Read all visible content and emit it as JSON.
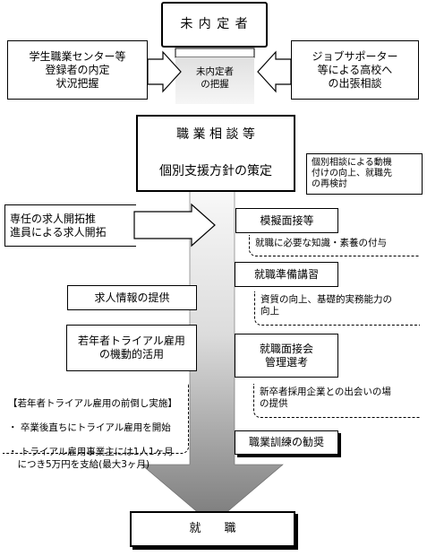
{
  "nodes": {
    "unplaced": "未 内 定 者",
    "grasp": "未内定者\nの把握",
    "left_top": "学生職業センター等\n登録者の内定\n状況把握",
    "right_top": "ジョブサポーター\n等による高校へ\nの出張相談",
    "counsel_title": "職 業 相 談 等",
    "counsel_sub": "個別支援方針の策定",
    "counsel_note": "個別相談による動機\n付けの向上、就職先\nの再検討",
    "recruit_dev": "専任の求人開拓推\n進員による求人開拓",
    "mock": "模擬面接等",
    "mock_note": "就職に必要な知識・素養の付与",
    "prep": "就職準備講習",
    "prep_note": "資質の向上、基礎的実務能力の\n向上",
    "job_info": "求人情報の提供",
    "trial": "若年者トライアル雇用\nの機動的活用",
    "trial_note_title": "【若年者トライアル雇用の前倒し実施】",
    "trial_note_1": "・ 卒業後直ちにトライアル雇用を開始",
    "trial_note_2": "・ トライアル雇用事業主には1人1ヶ月\n　につき5万円を支給(最大3ヶ月)",
    "interview": "就職面接会\n管理選考",
    "interview_note": "新卒者採用企業との出会いの場\nの提供",
    "training": "職業訓練の勧奨",
    "final": "就　　職"
  },
  "colors": {
    "arrow_light": "#f2f2f2",
    "arrow_dark": "#808080",
    "line": "#000000"
  }
}
